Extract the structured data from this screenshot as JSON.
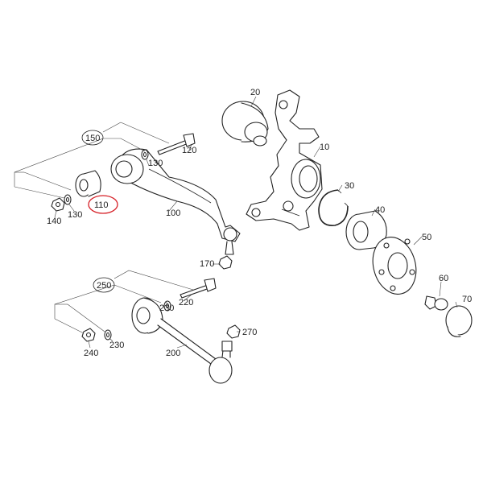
{
  "diagram": {
    "highlight_color": "#d61f26",
    "line_color": "#222222",
    "callouts": [
      {
        "id": "10",
        "text": "10"
      },
      {
        "id": "20",
        "text": "20"
      },
      {
        "id": "30",
        "text": "30"
      },
      {
        "id": "40",
        "text": "40"
      },
      {
        "id": "50",
        "text": "50"
      },
      {
        "id": "60",
        "text": "60"
      },
      {
        "id": "70",
        "text": "70"
      },
      {
        "id": "100",
        "text": "100"
      },
      {
        "id": "110",
        "text": "110",
        "highlighted": true
      },
      {
        "id": "120",
        "text": "120"
      },
      {
        "id": "130a",
        "text": "130"
      },
      {
        "id": "130b",
        "text": "130"
      },
      {
        "id": "140",
        "text": "140"
      },
      {
        "id": "150",
        "text": "150",
        "circled": true
      },
      {
        "id": "170",
        "text": "170"
      },
      {
        "id": "200",
        "text": "200"
      },
      {
        "id": "220",
        "text": "220"
      },
      {
        "id": "230a",
        "text": "230"
      },
      {
        "id": "230b",
        "text": "230"
      },
      {
        "id": "240",
        "text": "240"
      },
      {
        "id": "250",
        "text": "250",
        "circled": true
      },
      {
        "id": "270",
        "text": "270"
      }
    ]
  }
}
